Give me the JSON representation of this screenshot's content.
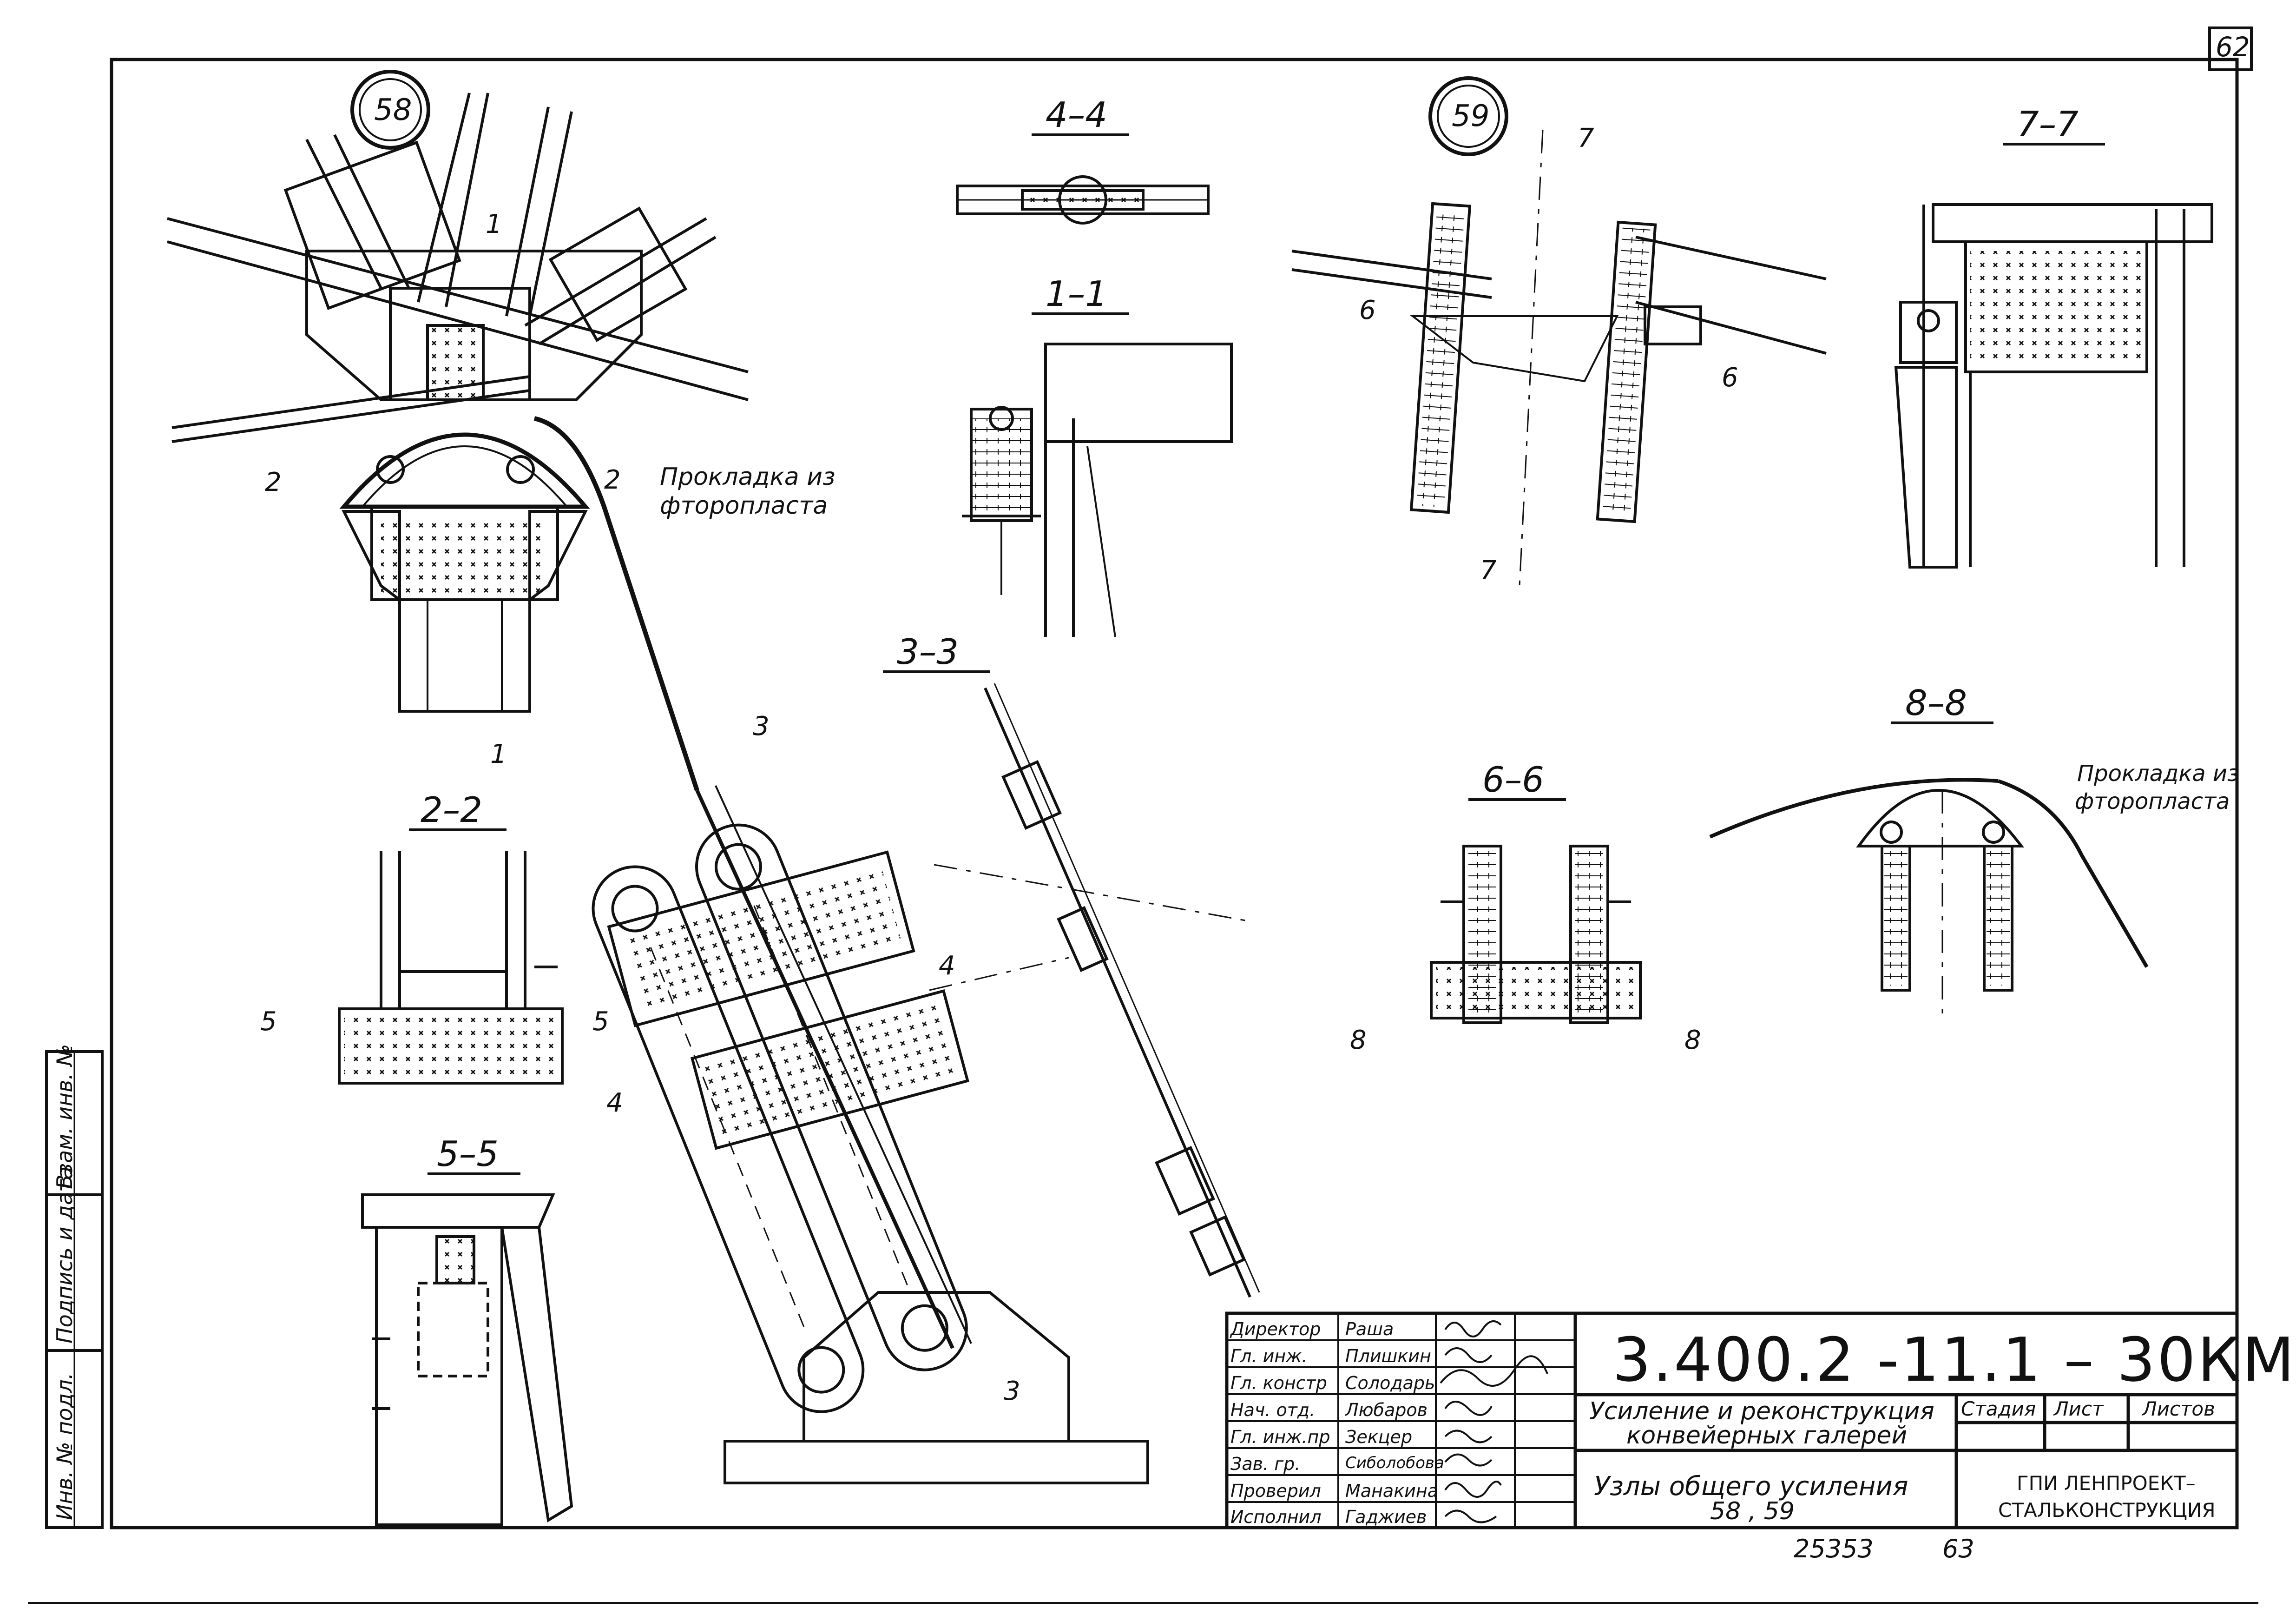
{
  "sheet": {
    "page_number": "62",
    "bottom_numbers": [
      "25353",
      "63"
    ]
  },
  "nodes": [
    {
      "id": "58",
      "label": "58"
    },
    {
      "id": "59",
      "label": "59"
    }
  ],
  "sections": {
    "s4_4": "4–4",
    "s1_1": "1–1",
    "s3_3": "3–3",
    "s2_2": "2–2",
    "s5_5": "5–5",
    "s7_7": "7–7",
    "s6_6": "6–6",
    "s8_8": "8–8"
  },
  "cut_marks": [
    "1",
    "1",
    "2",
    "2",
    "3",
    "3",
    "4",
    "4",
    "5",
    "5",
    "6",
    "6",
    "7",
    "7",
    "8",
    "8"
  ],
  "notes": {
    "ptfe_pad_left_1": "Прокладка из",
    "ptfe_pad_left_2": "фторопласта",
    "ptfe_pad_right_1": "Прокладка из",
    "ptfe_pad_right_2": "фторопласта"
  },
  "side_strip": {
    "inv_podl": "Инв. № подл.",
    "podpis": "Подпись и дата",
    "vzam": "Взам. инв. №"
  },
  "title_block": {
    "designation": "3.400.2 -11.1 – 30КМ",
    "title_1": "Усиление и реконструкция",
    "title_2": "конвейерных галерей",
    "sheet_title_1": "Узлы общего усиления",
    "sheet_title_2": "58 , 59",
    "stage_label": "Стадия",
    "sheet_label": "Лист",
    "sheets_label": "Листов",
    "org_1": "ГПИ ЛЕНПРОЕКТ–",
    "org_2": "СТАЛЬКОНСТРУКЦИЯ",
    "roles": [
      {
        "role": "Директор",
        "name": "Раша"
      },
      {
        "role": "Гл. инж.",
        "name": "Плишкин"
      },
      {
        "role": "Гл. констр",
        "name": "Солодарь"
      },
      {
        "role": "Нач. отд.",
        "name": "Любаров"
      },
      {
        "role": "Гл. инж.пр",
        "name": "Зекцер"
      },
      {
        "role": "Зав. гр.",
        "name": "Сиболобова"
      },
      {
        "role": "Проверил",
        "name": "Манакина"
      },
      {
        "role": "Исполнил",
        "name": "Гаджиев"
      }
    ]
  }
}
